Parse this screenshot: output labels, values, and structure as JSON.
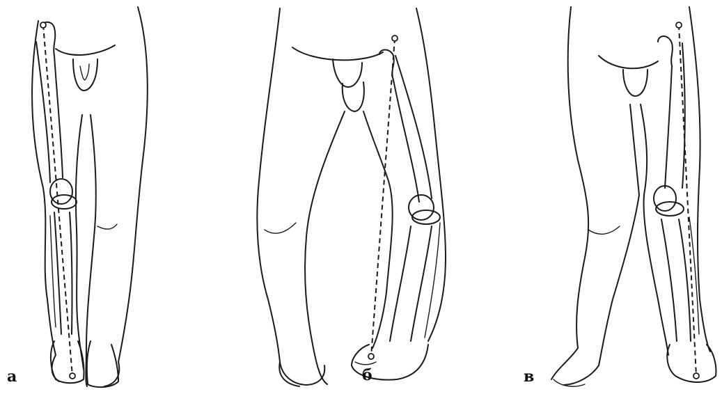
{
  "figure": {
    "panels": [
      {
        "id": "a",
        "label": "а"
      },
      {
        "id": "b",
        "label": "б"
      },
      {
        "id": "c",
        "label": "в"
      }
    ],
    "colors": {
      "ink": "#1a1a1a",
      "background": "#ffffff"
    }
  }
}
